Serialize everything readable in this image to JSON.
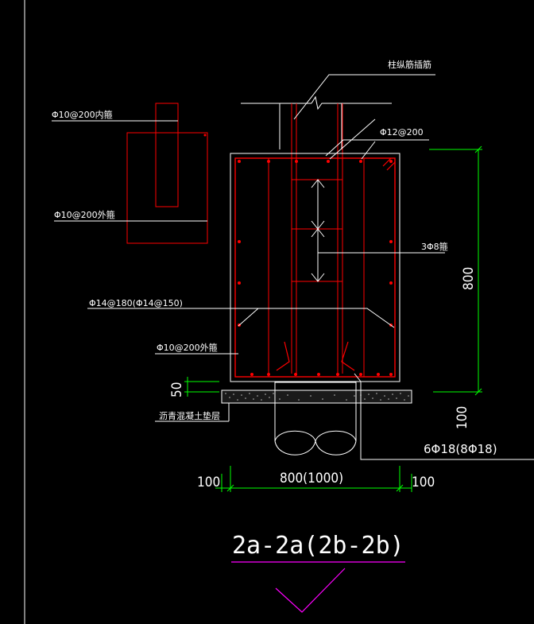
{
  "colors": {
    "background": "#000000",
    "rebar": "#ff0000",
    "leader": "#ffffff",
    "dimension": "#00ff00",
    "title_underline": "#ff00ff"
  },
  "labels": {
    "column_bars": "柱纵筋插筋",
    "inner_stirrup": "Φ10@200内箍",
    "outer_stirrup_detail": "Φ10@200外箍",
    "top_bars": "Φ12@200",
    "ties": "3Φ8箍",
    "side_bars": "Φ14@180(Φ14@150)",
    "outer_stirrup": "Φ10@200外箍",
    "cushion": "沥青混凝土垫层",
    "bottom_bars": "6Φ18(8Φ18)"
  },
  "dimensions": {
    "height": "800",
    "cushion_thickness": "50",
    "cushion_depth": "100",
    "width": "800(1000)",
    "left_offset": "100",
    "right_offset": "100"
  },
  "title": "2a-2a(2b-2b)"
}
